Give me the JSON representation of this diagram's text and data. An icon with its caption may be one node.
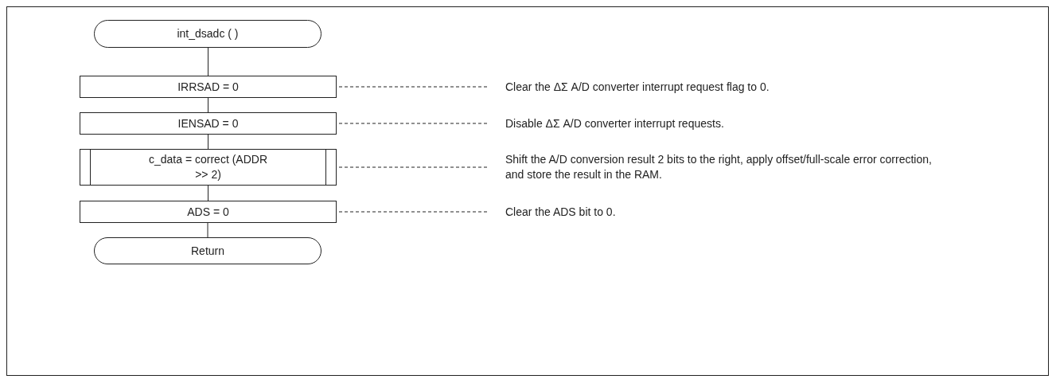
{
  "diagram": {
    "nodes": [
      {
        "text": [
          "int_dsadc ( )"
        ]
      },
      {
        "text": [
          "IRRSAD = 0"
        ]
      },
      {
        "text": [
          "IENSAD = 0"
        ]
      },
      {
        "text": [
          "c_data = correct (ADDR >> 2)"
        ]
      },
      {
        "text": [
          "ADS = 0"
        ]
      },
      {
        "text": [
          "Return"
        ]
      },
      {
        "text": [
          "Clear the ΔΣ A/D converter interrupt request flag to 0."
        ]
      },
      {
        "text": [
          "Disable ΔΣ A/D converter interrupt requests."
        ]
      },
      {
        "text": [
          "Shift the A/D conversion result 2 bits to the right, apply offset/full-scale error correction, and store the result in the RAM."
        ]
      },
      {
        "text": [
          "Clear the ADS bit to 0."
        ]
      }
    ],
    "edges": [
      {
        "from": 0,
        "to": 1,
        "arrow": "none"
      },
      {
        "from": 1,
        "to": 2,
        "arrow": "none"
      },
      {
        "from": 2,
        "to": 3,
        "arrow": "none"
      },
      {
        "from": 3,
        "to": 4,
        "arrow": "none"
      },
      {
        "from": 4,
        "to": 5,
        "arrow": "none"
      },
      {
        "from": 6,
        "to": 1,
        "arrow": "none",
        "style": "dashed"
      },
      {
        "from": 7,
        "to": 2,
        "arrow": "none",
        "style": "dashed"
      },
      {
        "from": 8,
        "to": 3,
        "arrow": "none",
        "style": "dashed"
      },
      {
        "from": 9,
        "to": 4,
        "arrow": "none",
        "style": "dashed"
      }
    ]
  }
}
